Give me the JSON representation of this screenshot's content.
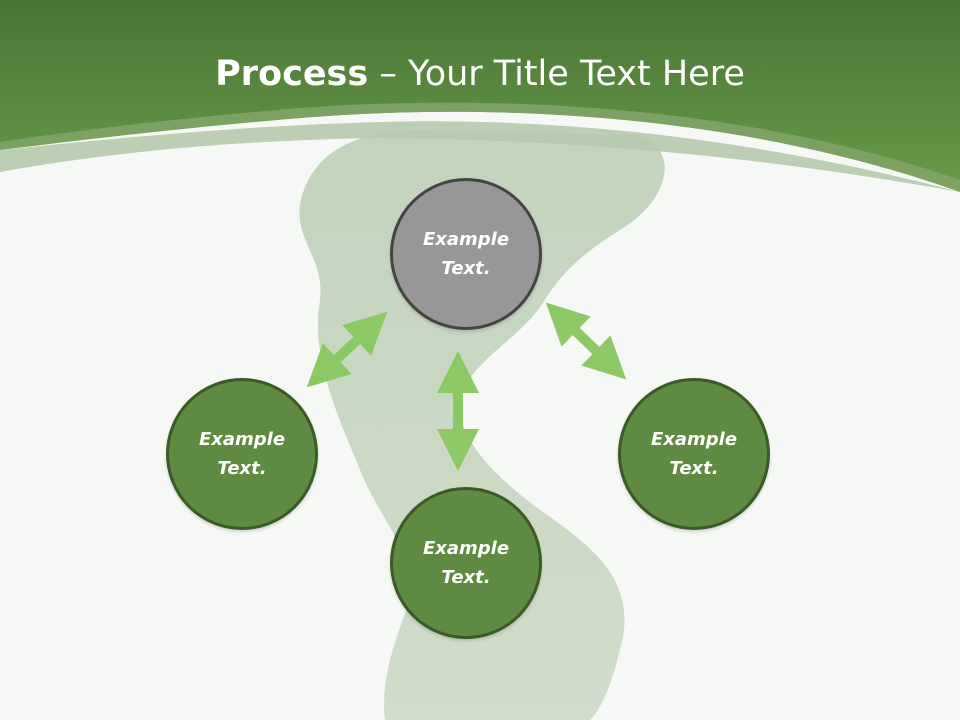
{
  "title": {
    "bold": "Process",
    "rest": " – Your Title Text Here"
  },
  "nodes": {
    "top": {
      "line1": "Example",
      "line2": "Text."
    },
    "left": {
      "line1": "Example",
      "line2": "Text."
    },
    "bottom": {
      "line1": "Example",
      "line2": "Text."
    },
    "right": {
      "line1": "Example",
      "line2": "Text."
    }
  },
  "colors": {
    "header": "#5a8a3a",
    "node_fill": "#5f8a41",
    "node_active": "#979797",
    "arrow": "#8cc863"
  }
}
